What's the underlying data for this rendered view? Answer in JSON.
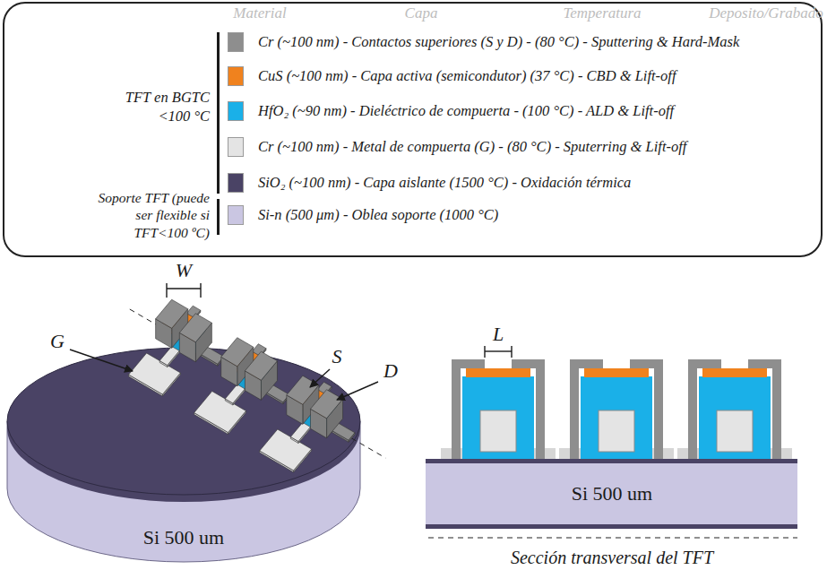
{
  "diagram": {
    "nodes": [
      {
        "text": [
          "Si 500 um"
        ]
      },
      {
        "text": [
          "Si 500 um"
        ]
      }
    ],
    "labels": [
      "Material",
      "Capa",
      "Temperatura",
      "Deposito/Grabado",
      "TFT en BGTC <100 °C",
      "Soporte TFT (puede ser flexible si TFT<100 ºC)",
      "W",
      "G",
      "S",
      "D",
      "L",
      "Sección transversal del TFT"
    ],
    "legend": [
      {
        "text": "Cr (~100 nm) - Contactos superiores (S y D) - (80 °C) - Sputtering & Hard-Mask",
        "color": "#8e8e8e"
      },
      {
        "text": "CuS (~100 nm) - Capa activa (semicondutor) (37 °C) - CBD & Lift-off",
        "color": "#f0821e"
      },
      {
        "text": "HfO₂ (~90 nm) - Dieléctrico de compuerta - (100 °C) - ALD & Lift-off",
        "color": "#1ab0e8"
      },
      {
        "text": "Cr (~100 nm) - Metal de compuerta (G) - (80 °C) - Sputerring & Lift-off",
        "color": "#e4e4e4"
      },
      {
        "text": "SiO₂ (~100 nm) - Capa aislante (1500 °C) - Oxidación térmica",
        "color": "#4a4365"
      },
      {
        "text": "Si-n (500 μm) - Oblea soporte (1000 °C)",
        "color": "#cac6e2"
      }
    ]
  }
}
